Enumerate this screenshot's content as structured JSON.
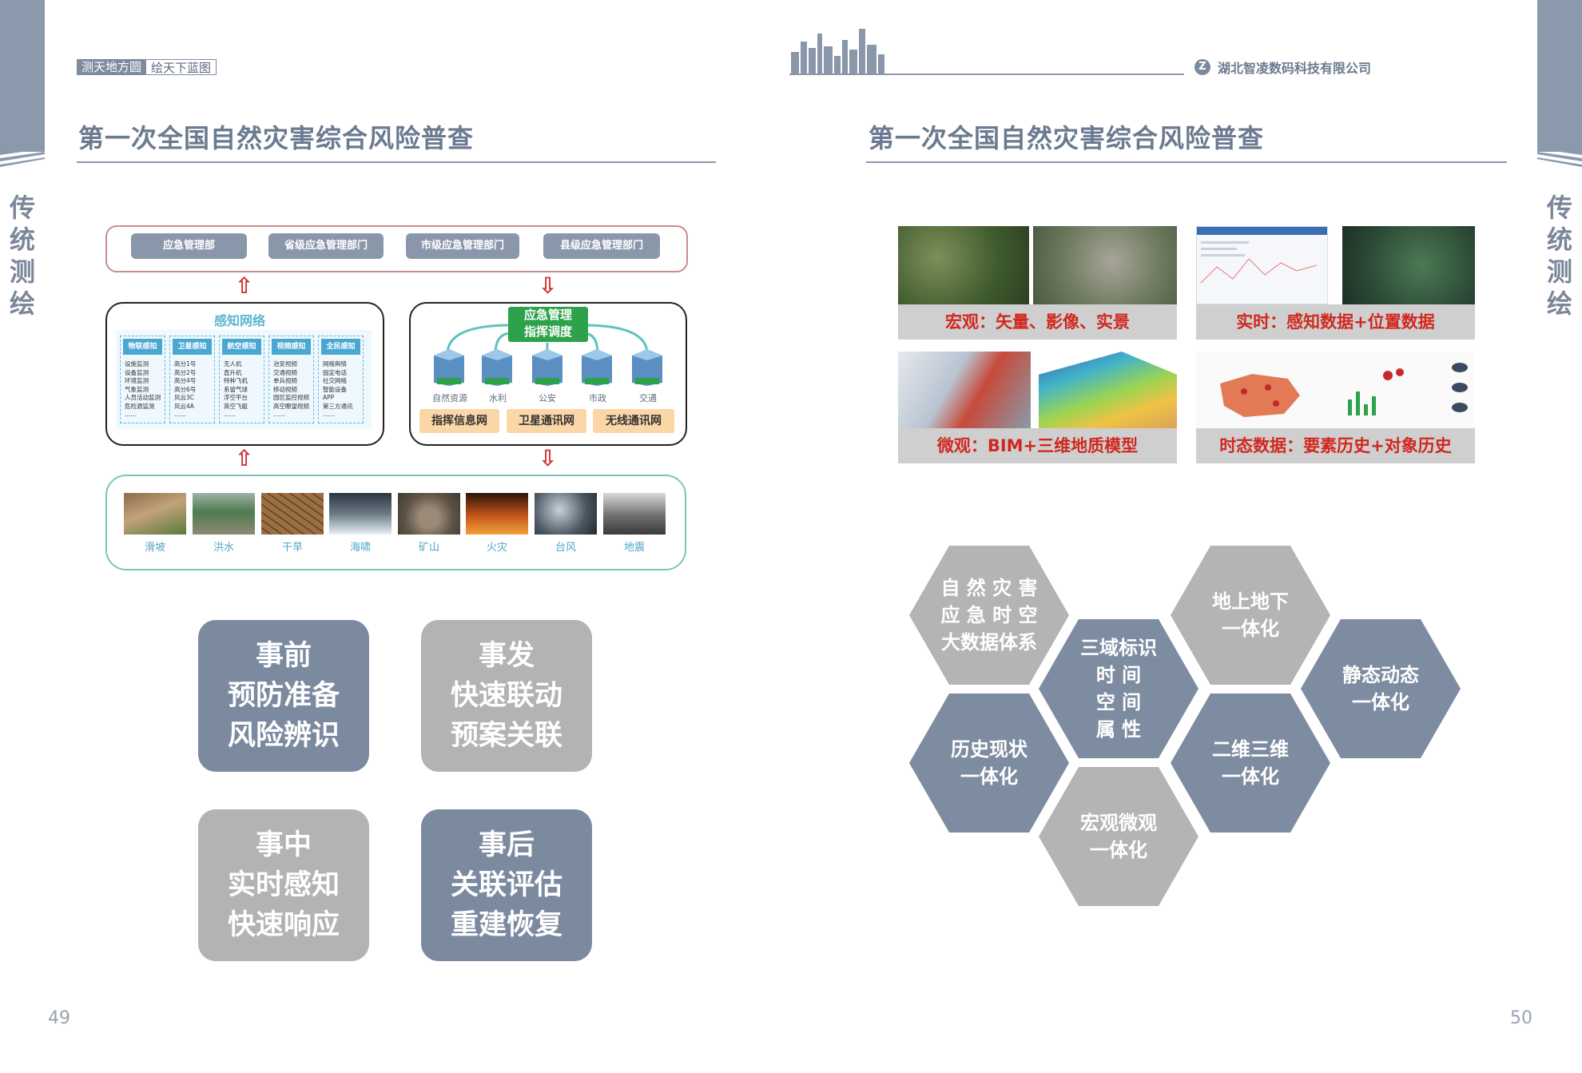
{
  "side_text": "传统测绘",
  "header": {
    "tag_left": "测天地方圆",
    "tag_right": "绘天下蓝图",
    "company": "湖北智凌数码科技有限公司",
    "logo_letter": "Z"
  },
  "left_page": {
    "title": "第一次全国自然灾害综合风险普查",
    "departments": [
      "应急管理部",
      "省级应急管理部门",
      "市级应急管理部门",
      "县级应急管理部门"
    ],
    "sensing": {
      "title": "感知网络",
      "columns": [
        {
          "head": "物联感知",
          "items": "设施监测\n设备监测\n环境监测\n气象监测\n人员活动监测\n危险源监测\n……"
        },
        {
          "head": "卫星感知",
          "items": "高分1号\n高分2号\n高分4号\n高分6号\n风云3C\n风云4A\n……"
        },
        {
          "head": "航空感知",
          "items": "无人机\n直升机\n特种飞机\n系留气球\n浮空平台\n高空飞艇\n……"
        },
        {
          "head": "视频感知",
          "items": "治安视频\n交通视频\n单兵视频\n移动视频\n园区监控视频\n高空瞭望视频\n……"
        },
        {
          "head": "全民感知",
          "items": "网络舆情\n固定电话\n社交网络\n智能设备\nAPP\n第三方通讯\n……"
        }
      ]
    },
    "command": {
      "title_line1": "应急管理",
      "title_line2": "指挥调度",
      "departments": [
        "自然资源",
        "水利",
        "公安",
        "市政",
        "交通"
      ],
      "networks": [
        "指挥信息网",
        "卫星通讯网",
        "无线通讯网"
      ]
    },
    "disasters": [
      "滑坡",
      "洪水",
      "干旱",
      "海啸",
      "矿山",
      "火灾",
      "台风",
      "地震"
    ],
    "phases": [
      {
        "line1": "事前",
        "line2": "预防准备",
        "line3": "风险辨识"
      },
      {
        "line1": "事发",
        "line2": "快速联动",
        "line3": "预案关联"
      },
      {
        "line1": "事中",
        "line2": "实时感知",
        "line3": "快速响应"
      },
      {
        "line1": "事后",
        "line2": "关联评估",
        "line3": "重建恢复"
      }
    ],
    "page_number": "49"
  },
  "right_page": {
    "title": "第一次全国自然灾害综合风险普查",
    "captions": [
      "宏观：矢量、影像、实景",
      "实时：感知数据+位置数据",
      "微观：BIM+三维地质模型",
      "时态数据：要素历史+对象历史"
    ],
    "hexagons": {
      "h1": [
        "自 然 灾 害",
        "应 急 时 空",
        "大数据体系"
      ],
      "h2": [
        "三域标识",
        "时 间",
        "空 间",
        "属 性"
      ],
      "h3": [
        "地上地下",
        "一体化"
      ],
      "h4": [
        "静态动态",
        "一体化"
      ],
      "h5": [
        "历史现状",
        "一体化"
      ],
      "h6": [
        "二维三维",
        "一体化"
      ],
      "h7": [
        "宏观微观",
        "一体化"
      ]
    },
    "page_number": "50"
  },
  "colors": {
    "slate": "#7e8ca1",
    "gray": "#b4b4b4",
    "red": "#d0281f",
    "green": "#2da24a",
    "cyan": "#49a7d2"
  }
}
